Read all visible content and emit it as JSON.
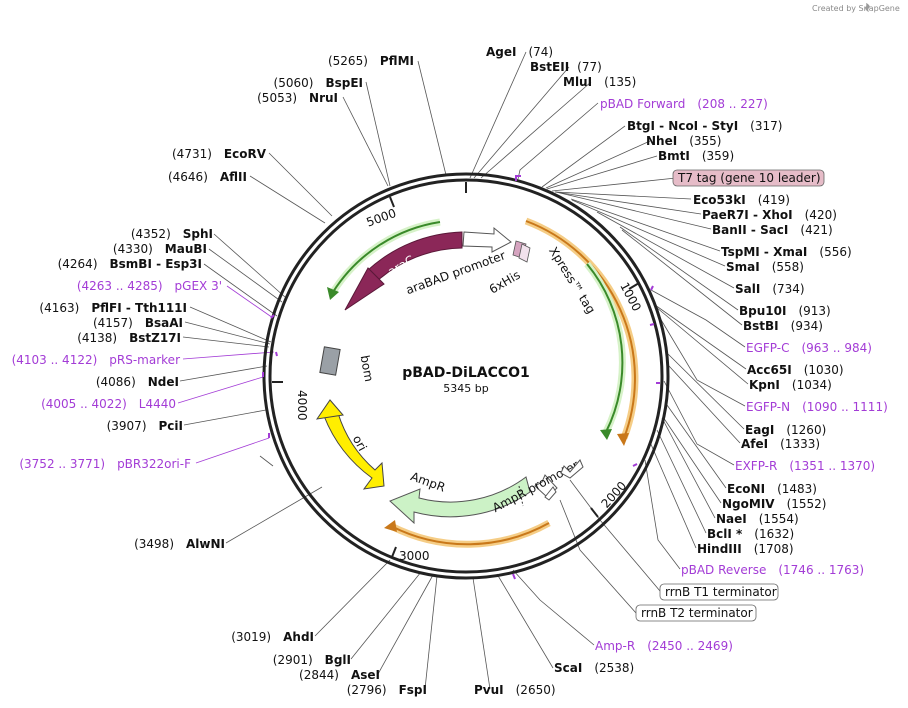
{
  "credit": "Created by SnapGene",
  "plasmid": {
    "name": "pBAD-DiLACCO1",
    "size": "5345 bp"
  },
  "ticks": [
    "1000",
    "2000",
    "3000",
    "4000",
    "5000"
  ],
  "enzymes": [
    {
      "name": "AgeI",
      "pos": "(74)"
    },
    {
      "name": "BstEII",
      "pos": "(77)"
    },
    {
      "name": "MluI",
      "pos": "(135)"
    },
    {
      "name": "BtgI",
      "name2": "NcoI",
      "name3": "StyI",
      "pos": "(317)"
    },
    {
      "name": "NheI",
      "pos": "(355)"
    },
    {
      "name": "BmtI",
      "pos": "(359)"
    },
    {
      "name": "Eco53kI",
      "pos": "(419)"
    },
    {
      "name": "PaeR7I",
      "name2": "XhoI",
      "pos": "(420)"
    },
    {
      "name": "BanII",
      "name2": "SacI",
      "pos": "(421)"
    },
    {
      "name": "TspMI",
      "name2": "XmaI",
      "pos": "(556)"
    },
    {
      "name": "SmaI",
      "pos": "(558)"
    },
    {
      "name": "SalI",
      "pos": "(734)"
    },
    {
      "name": "Bpu10I",
      "pos": "(913)"
    },
    {
      "name": "BstBI",
      "pos": "(934)"
    },
    {
      "name": "Acc65I",
      "pos": "(1030)"
    },
    {
      "name": "KpnI",
      "pos": "(1034)"
    },
    {
      "name": "EagI",
      "pos": "(1260)"
    },
    {
      "name": "AfeI",
      "pos": "(1333)"
    },
    {
      "name": "EcoNI",
      "pos": "(1483)"
    },
    {
      "name": "NgoMIV",
      "pos": "(1552)"
    },
    {
      "name": "NaeI",
      "pos": "(1554)"
    },
    {
      "name": "BclI *",
      "pos": "(1632)"
    },
    {
      "name": "HindIII",
      "pos": "(1708)"
    },
    {
      "name": "ScaI",
      "pos": "(2538)"
    },
    {
      "name": "PvuI",
      "pos": "(2650)"
    },
    {
      "name": "FspI",
      "pos": "(2796)"
    },
    {
      "name": "AseI",
      "pos": "(2844)"
    },
    {
      "name": "BglI",
      "pos": "(2901)"
    },
    {
      "name": "AhdI",
      "pos": "(3019)"
    },
    {
      "name": "AlwNI",
      "pos": "(3498)"
    },
    {
      "name": "PciI",
      "pos": "(3907)"
    },
    {
      "name": "NdeI",
      "pos": "(4086)"
    },
    {
      "name": "BstZ17I",
      "pos": "(4138)"
    },
    {
      "name": "BsaAI",
      "pos": "(4157)"
    },
    {
      "name": "PflFI",
      "name2": "Tth111I",
      "pos": "(4163)"
    },
    {
      "name": "BsmBI",
      "name2": "Esp3I",
      "pos": "(4264)"
    },
    {
      "name": "MauBI",
      "pos": "(4330)"
    },
    {
      "name": "SphI",
      "pos": "(4352)"
    },
    {
      "name": "AflII",
      "pos": "(4646)"
    },
    {
      "name": "EcoRV",
      "pos": "(4731)"
    },
    {
      "name": "NruI",
      "pos": "(5053)"
    },
    {
      "name": "BspEI",
      "pos": "(5060)"
    },
    {
      "name": "PflMI",
      "pos": "(5265)"
    }
  ],
  "primers": [
    {
      "name": "pBAD Forward",
      "range": "(208 .. 227)"
    },
    {
      "name": "EGFP-C",
      "range": "(963 .. 984)"
    },
    {
      "name": "EGFP-N",
      "range": "(1090 .. 1111)"
    },
    {
      "name": "EXFP-R",
      "range": "(1351 .. 1370)"
    },
    {
      "name": "pBAD Reverse",
      "range": "(1746 .. 1763)"
    },
    {
      "name": "Amp-R",
      "range": "(2450 .. 2469)"
    },
    {
      "name": "pBR322ori-F",
      "range": "(3752 .. 3771)"
    },
    {
      "name": "L4440",
      "range": "(4005 .. 4022)"
    },
    {
      "name": "pRS-marker",
      "range": "(4103 .. 4122)"
    },
    {
      "name": "pGEX 3'",
      "range": "(4263 .. 4285)"
    }
  ],
  "features": {
    "t7tag": "T7 tag (gene 10 leader)",
    "t1": "rrnB T1 terminator",
    "t2": "rrnB T2 terminator",
    "araC": "araC",
    "araBAD": "araBAD promoter",
    "his": "6xHis",
    "xpress": "Xpress™ tag",
    "bom": "bom",
    "ori": "ori",
    "ampR": "AmpR",
    "ampRpromoter": "AmpR promoter"
  },
  "colors": {
    "backbone": "#222222",
    "araC": "#8b2758",
    "orf": "#bfe8b4",
    "ori": "#ffee00",
    "bom": "#9aa0a6",
    "primer": "#a33cd6",
    "orange": "#f0b23a",
    "green": "#3cb43c",
    "t7box": "#e6bcc8"
  }
}
